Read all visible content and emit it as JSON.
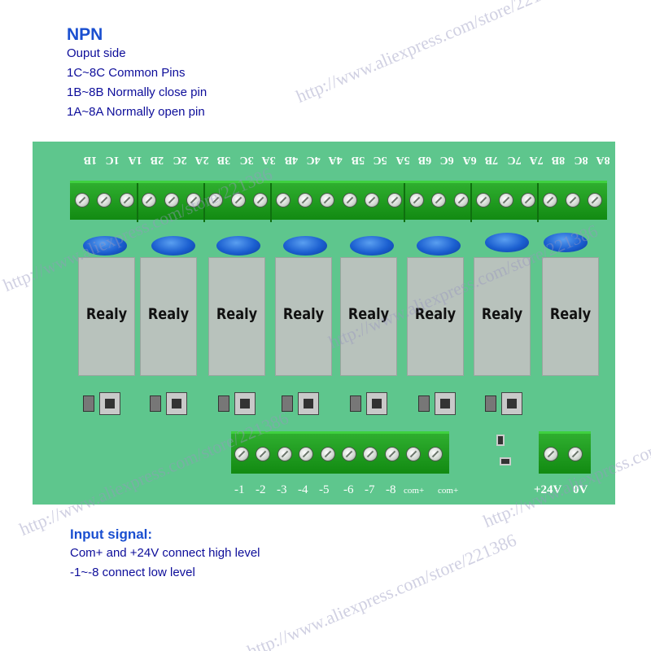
{
  "header": {
    "title": "NPN",
    "lines": [
      "Ouput side",
      "1C~8C Common Pins",
      "1B~8B Normally close pin",
      "1A~8A Normally open pin"
    ]
  },
  "board": {
    "pin_labels": [
      "1B",
      "1C",
      "1A",
      "2B",
      "2C",
      "2A",
      "3B",
      "3C",
      "3A",
      "4B",
      "4C",
      "4A",
      "5B",
      "5C",
      "5A",
      "6B",
      "6C",
      "6A",
      "7B",
      "7C",
      "7A",
      "8B",
      "8C",
      "8A"
    ],
    "relay_labels": [
      "Realy",
      "Realy",
      "Realy",
      "Realy",
      "Realy",
      "Realy",
      "Realy",
      "Realy"
    ],
    "input_labels": [
      "-1",
      "-2",
      "-3",
      "-4",
      "-5",
      "-6",
      "-7",
      "-8",
      "com+",
      "com+"
    ],
    "power_labels": [
      "+24V",
      "0V"
    ],
    "colors": {
      "board": "#5ec68d",
      "terminal": "#1a9a1a",
      "capacitor": "#1b5fd0",
      "relay": "#b8c2bc"
    }
  },
  "footer": {
    "title": "Input signal:",
    "lines": [
      "Com+ and +24V connect high level",
      "-1~-8 connect low level"
    ]
  },
  "watermark": {
    "url": "http://www.aliexpress.com/store/221386"
  }
}
